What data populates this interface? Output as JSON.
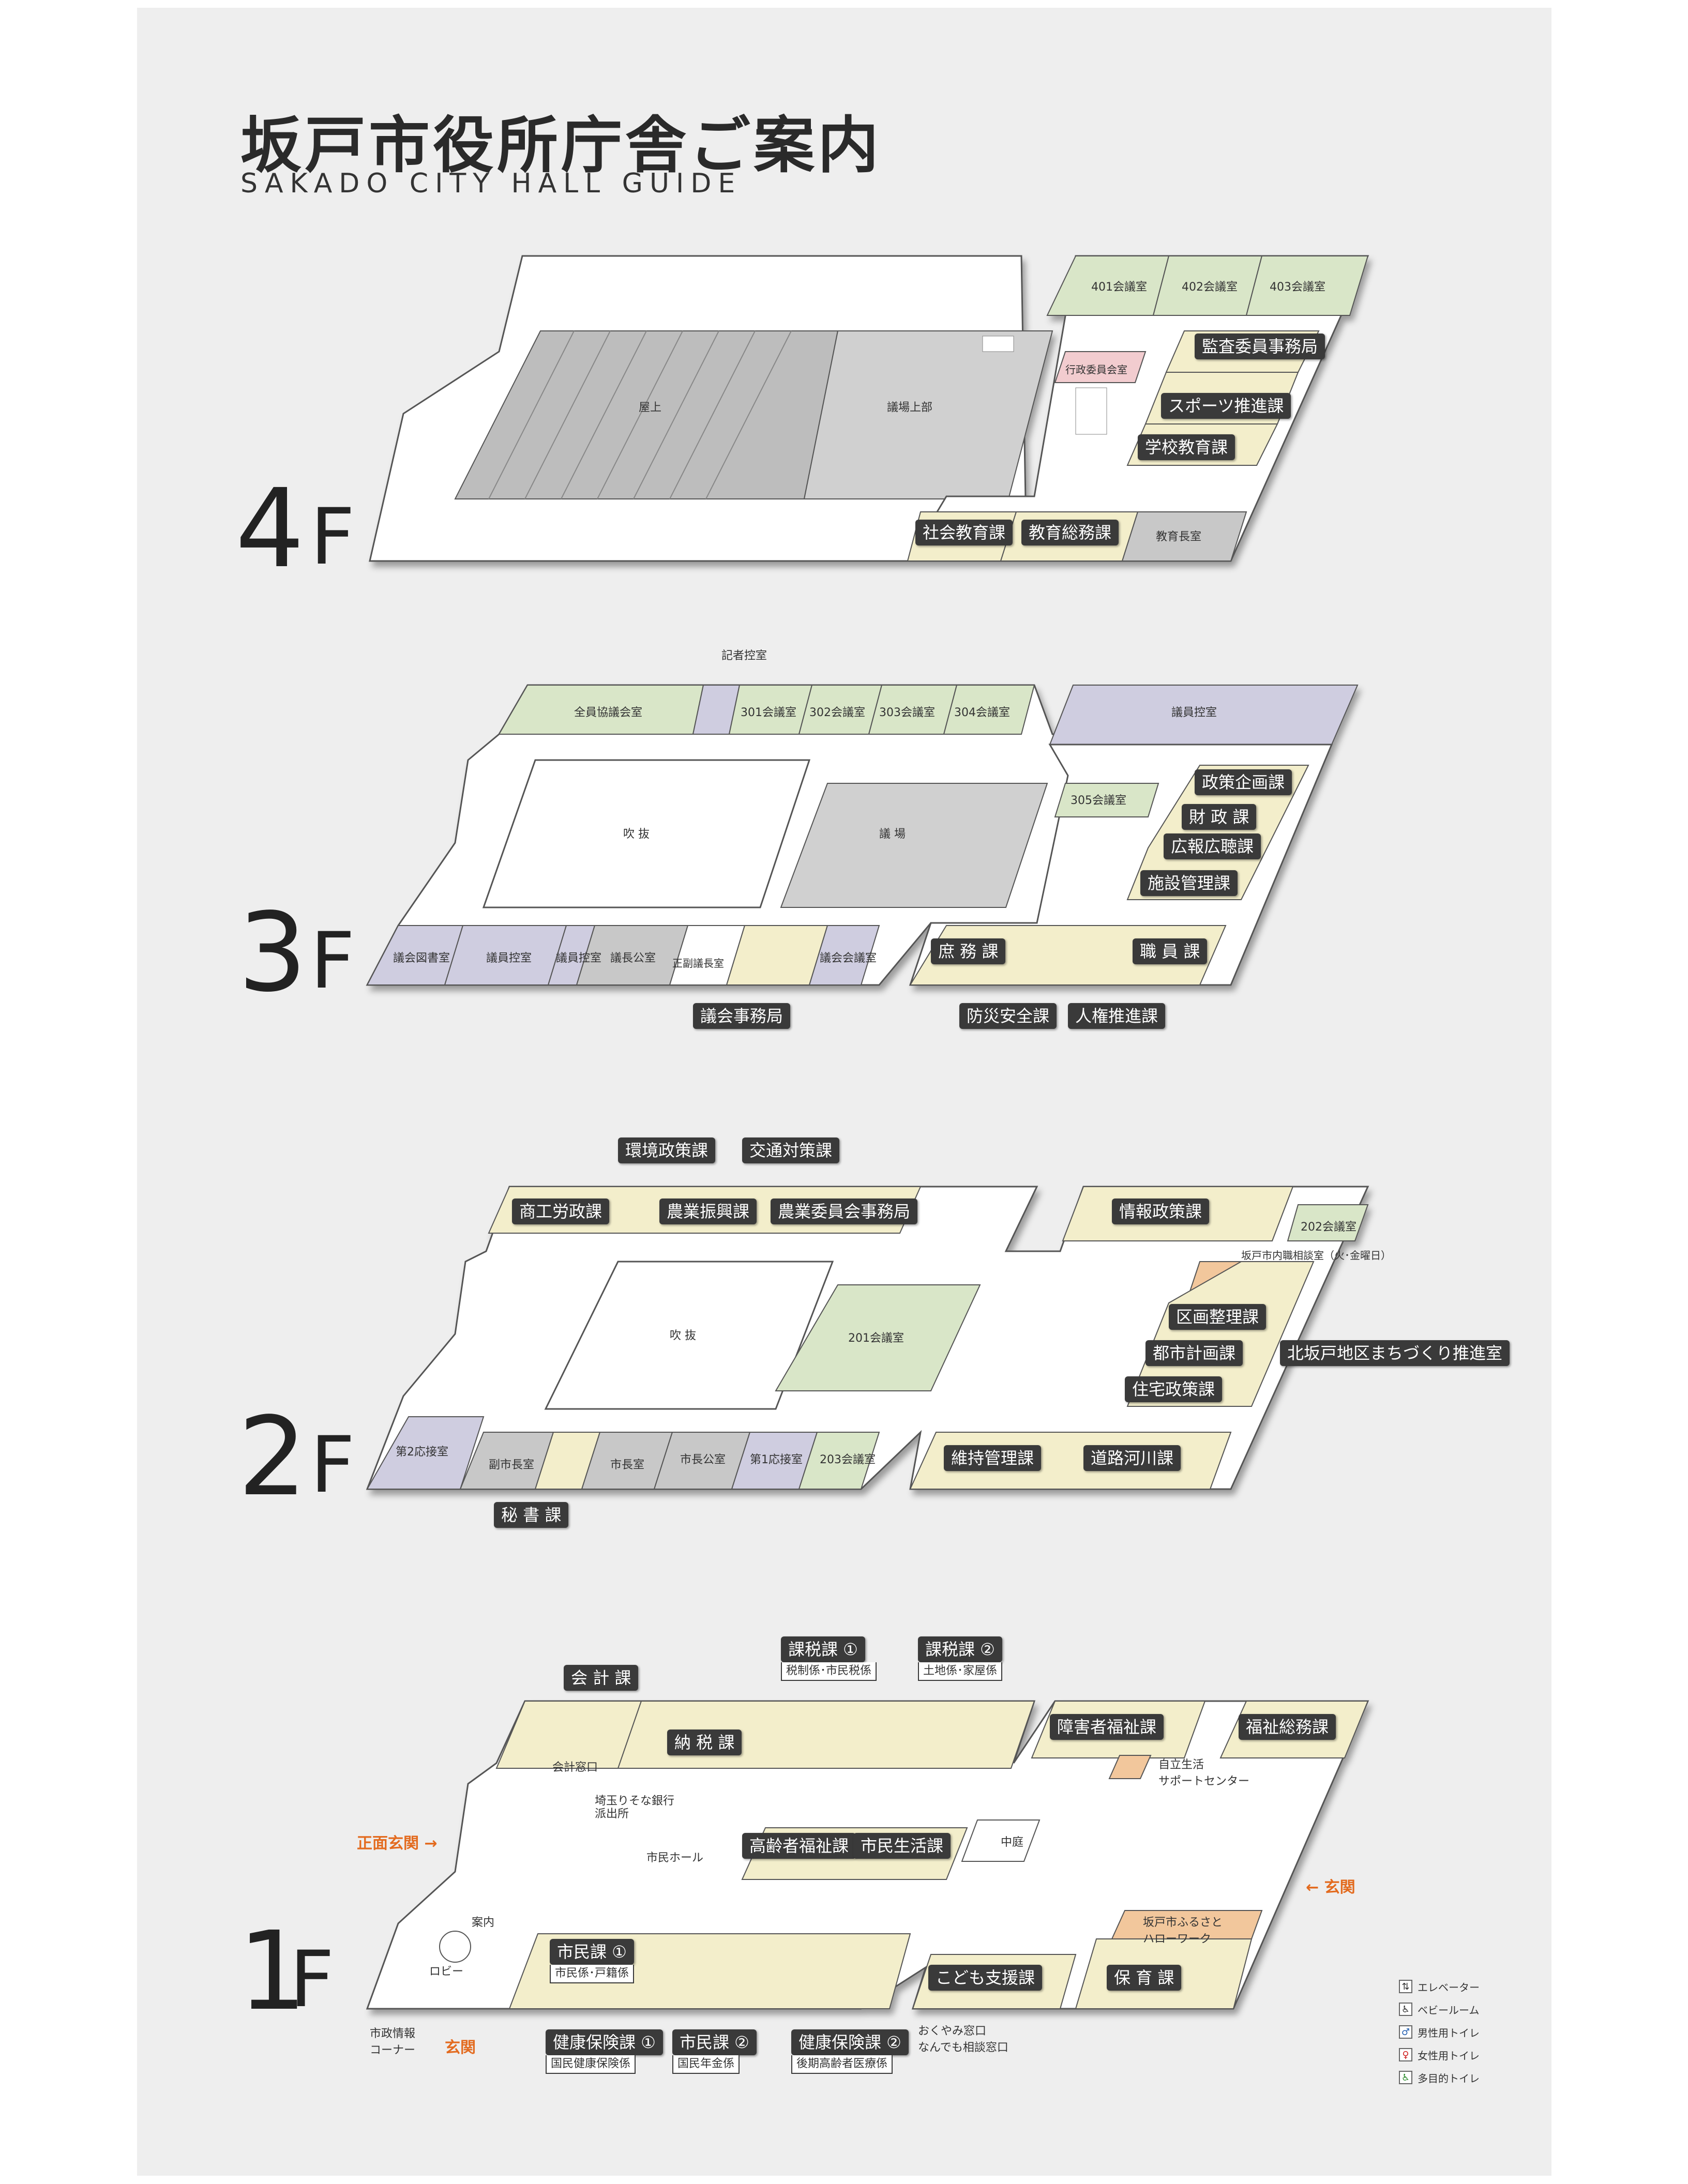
{
  "title": "坂戸市役所庁舎ご案内",
  "subtitle": "SAKADO CITY HALL GUIDE",
  "colors": {
    "green": "#d9e6c8",
    "yellow": "#f3eecb",
    "purple": "#cfcde0",
    "grey": "#c8c8c8",
    "pink": "#f2cccf",
    "orange": "#f2c79c",
    "white": "#ffffff",
    "accent_orange": "#e36b1f"
  },
  "floors": {
    "f4": {
      "label_num": "4",
      "label_f": "F",
      "rooms": {
        "r401": "401会議室",
        "r402": "402会議室",
        "r403": "403会議室",
        "gyosei": "行政委員会室",
        "okujo": "屋上",
        "gijo": "議場上部"
      },
      "depts": {
        "kansa": "監査委員事務局",
        "sports": "スポーツ推進課",
        "gakko": "学校教育課",
        "shakai": "社会教育課",
        "somu": "教育総務課",
        "kyoikucho": "教育長室"
      }
    },
    "f3": {
      "label_num": "3",
      "label_f": "F",
      "rooms": {
        "kisha": "記者控室",
        "zenin": "全員協議会室",
        "r301": "301会議室",
        "r302": "302会議室",
        "r303": "303会議室",
        "r304": "304会議室",
        "giin_hikae": "議員控室",
        "r305": "305会議室",
        "fukinuke": "吹 抜",
        "gijo": "議 場",
        "toshoshitsu": "議会図書室",
        "giin1": "議員控室",
        "giin2": "議員控室",
        "gichoshitsu": "議長公室",
        "seifuku": "正副議長室",
        "gikai_kaigi": "議会会議室"
      },
      "depts": {
        "seisaku": "政策企画課",
        "zaisei": "財 政 課",
        "koho": "広報広聴課",
        "shisetsu": "施設管理課",
        "shomu": "庶 務 課",
        "shokuin": "職 員 課",
        "gikai": "議会事務局",
        "bosai": "防災安全課",
        "jinken": "人権推進課"
      }
    },
    "f2": {
      "label_num": "2",
      "label_f": "F",
      "rooms": {
        "r202": "202会議室",
        "naishoku": "坂戸市内職相談室（火･金曜日）",
        "fukinuke": "吹 抜",
        "r201": "201会議室",
        "osetsu2": "第2応接室",
        "fukushicho": "副市長室",
        "shicho": "市長室",
        "shichokoshitsu": "市長公室",
        "osetsu1": "第1応接室",
        "r203": "203会議室"
      },
      "depts": {
        "kankyo": "環境政策課",
        "kotsu": "交通対策課",
        "shoko": "商工労政課",
        "nogyo": "農業振興課",
        "noiin": "農業委員会事務局",
        "joho": "情報政策課",
        "kukaku": "区画整理課",
        "toshi": "都市計画課",
        "kitasakado": "北坂戸地区まちづくり推進室",
        "jutaku": "住宅政策課",
        "iji": "維持管理課",
        "doro": "道路河川課",
        "hisho": "秘 書 課"
      }
    },
    "f1": {
      "label_num": "1",
      "label_f": "F",
      "rooms": {
        "kaikei_madoguchi": "会計窓口",
        "ginko": "埼玉りそな銀行\n派出所",
        "shimin_hall": "市民ホール",
        "chutei": "中庭",
        "jiritsu": "自立生活\nサポートセンター",
        "hellowork": "坂戸市ふるさと\nハローワーク",
        "annai": "案内",
        "lobby": "ロビー",
        "joho_corner": "市政情報\nコーナー",
        "okuyami": "おくやみ窓口\nなんでも相談窓口"
      },
      "entrances": {
        "shomen": "正面玄関",
        "genkan_bottom": "玄関",
        "genkan_right": "玄関"
      },
      "depts": {
        "kaikei": "会 計 課",
        "kazei1": "課税課 ①",
        "kazei1_sub": "税制係･市民税係",
        "kazei2": "課税課 ②",
        "kazei2_sub": "土地係･家屋係",
        "nozei": "納 税 課",
        "shogai": "障害者福祉課",
        "fukushi_somu": "福祉総務課",
        "koreisha": "高齢者福祉課",
        "seikatsu": "市民生活課",
        "shimin1": "市民課 ①",
        "shimin1_sub": "市民係･戸籍係",
        "kenko1": "健康保険課 ①",
        "kenko1_sub": "国民健康保険係",
        "shimin2": "市民課 ②",
        "shimin2_sub": "国民年金係",
        "kenko2": "健康保険課 ②",
        "kenko2_sub": "後期高齢者医療係",
        "kodomo": "こども支援課",
        "hoiku": "保 育 課"
      }
    }
  },
  "legend": [
    {
      "icon": "elevator-icon",
      "glyph": "⇅",
      "label": "エレベーター"
    },
    {
      "icon": "baby-room-icon",
      "glyph": "♿",
      "label": "ベビールーム"
    },
    {
      "icon": "male-toilet-icon",
      "glyph": "♂",
      "label": "男性用トイレ"
    },
    {
      "icon": "female-toilet-icon",
      "glyph": "♀",
      "label": "女性用トイレ"
    },
    {
      "icon": "multipurpose-toilet-icon",
      "glyph": "♿",
      "label": "多目的トイレ"
    }
  ]
}
